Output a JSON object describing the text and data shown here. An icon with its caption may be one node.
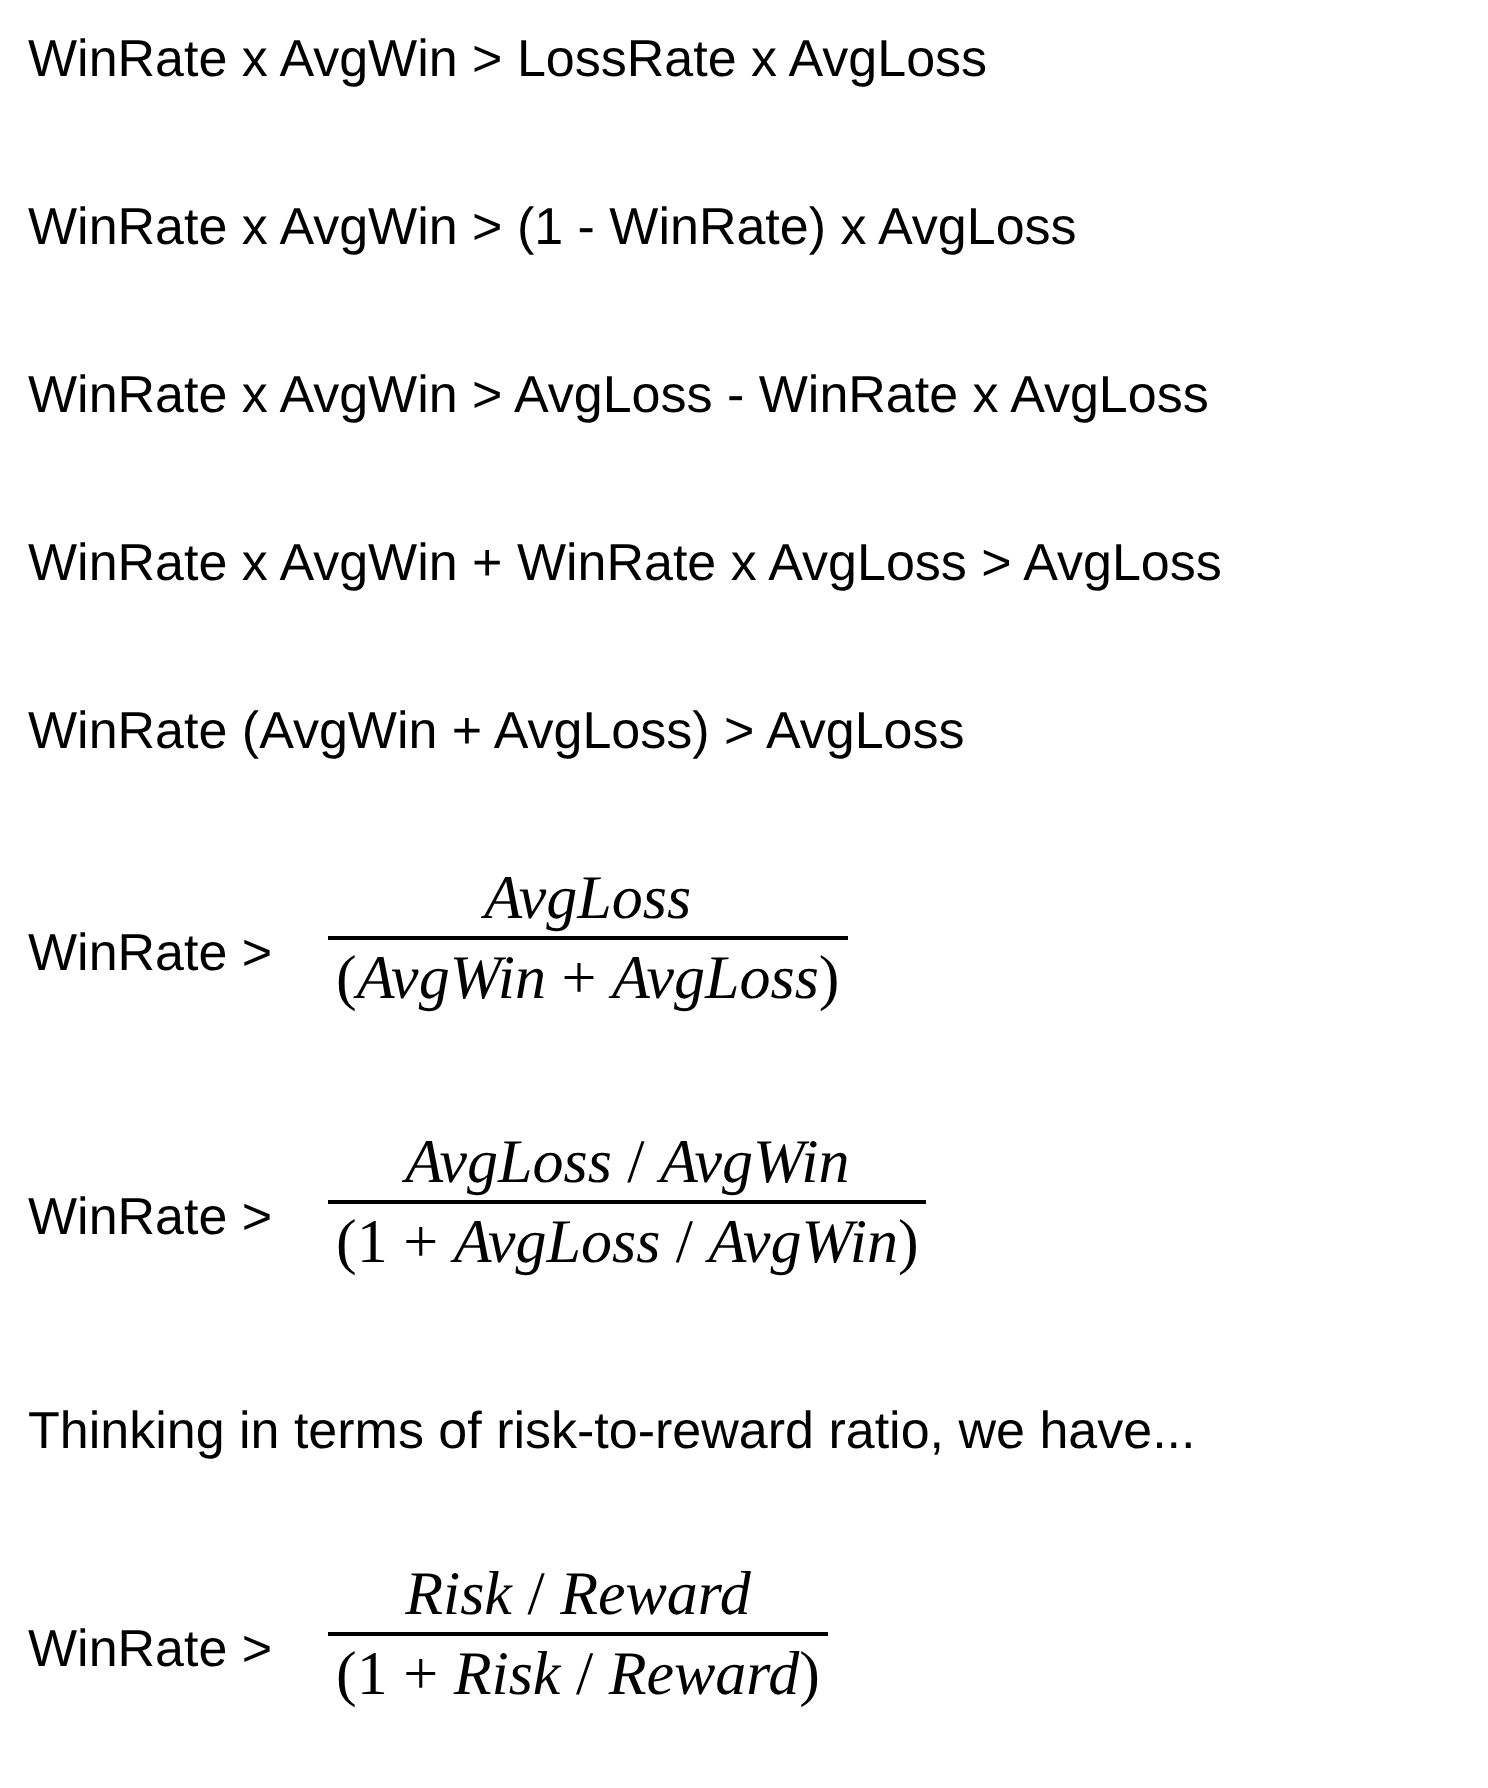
{
  "diagram": {
    "labels": [
      "WinRate x AvgWin > LossRate x AvgLoss",
      "WinRate x AvgWin > (1 - WinRate) x AvgLoss",
      "WinRate x AvgWin > AvgLoss - WinRate x AvgLoss",
      "WinRate x AvgWin + WinRate x AvgLoss > AvgLoss",
      "WinRate (AvgWin + AvgLoss) > AvgLoss",
      "WinRate >",
      "AvgLoss",
      "(*AvgWin* + *AvgLoss*)",
      "WinRate >",
      "*AvgLoss* / *AvgWin*",
      "(1 + *AvgLoss* / *AvgWin*)",
      "Thinking in terms of risk-to-reward ratio, we have...",
      "WinRate >",
      "*Risk* / *Reward*",
      "(1 + *Risk* / *Reward*)"
    ]
  }
}
